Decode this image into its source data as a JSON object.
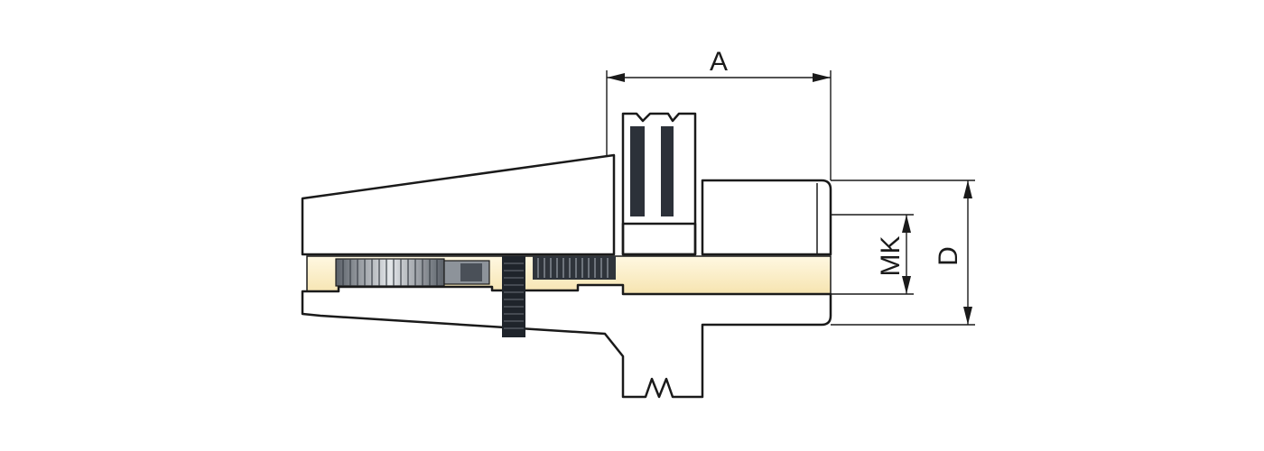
{
  "dimensions": {
    "a": "A",
    "mk": "MK",
    "d": "D"
  },
  "colors": {
    "section_fill": "#8fc3ea",
    "bore_fill": "#fbefc8",
    "steel_light": "#d9dde2",
    "steel_dark": "#2a2f36",
    "outline": "#1a1a1a"
  }
}
